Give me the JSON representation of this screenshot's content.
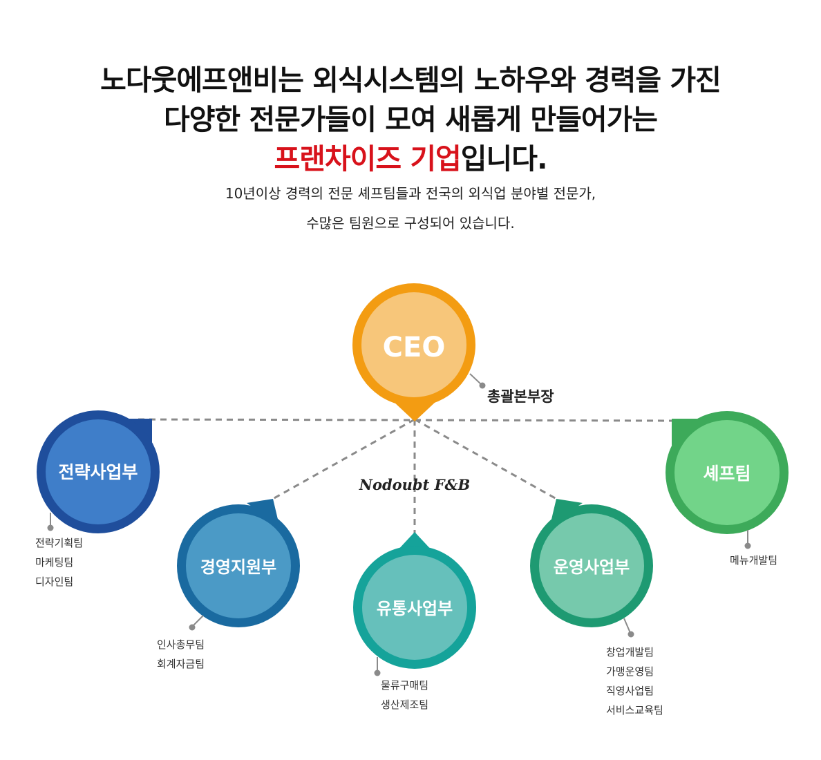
{
  "headline": {
    "line1": "노다웃에프앤비는 외식시스템의 노하우와 경력을 가진",
    "line2": "다양한 전문가들이 모여 새롭게 만들어가는",
    "line3_red": "프랜차이즈 기업",
    "line3_rest": "입니다."
  },
  "subtext": {
    "line1": "10년이상 경력의 전문 셰프팀들과 전국의 외식업 분야별 전문가,",
    "line2": "수많은 팀원으로 구성되어 있습니다."
  },
  "org": {
    "ceo": {
      "label": "CEO",
      "side_label": "총괄본부장",
      "color": "#f39c12"
    },
    "brand": "Nodoubt F&B",
    "divisions": [
      {
        "label": "전략사업부",
        "teams": [
          "전략기획팀",
          "마케팅팀",
          "디자인팀"
        ],
        "color": "#1f4e9c"
      },
      {
        "label": "경영지원부",
        "teams": [
          "인사총무팀",
          "회계자금팀"
        ],
        "color": "#1a6aa0"
      },
      {
        "label": "유통사업부",
        "teams": [
          "물류구매팀",
          "생산제조팀"
        ],
        "color": "#15a39a"
      },
      {
        "label": "운영사업부",
        "teams": [
          "창업개발팀",
          "가맹운영팀",
          "직영사업팀",
          "서비스교육팀"
        ],
        "color": "#1e9a72"
      },
      {
        "label": "셰프팀",
        "teams": [
          "메뉴개발팀"
        ],
        "color": "#3daa5a"
      }
    ]
  }
}
